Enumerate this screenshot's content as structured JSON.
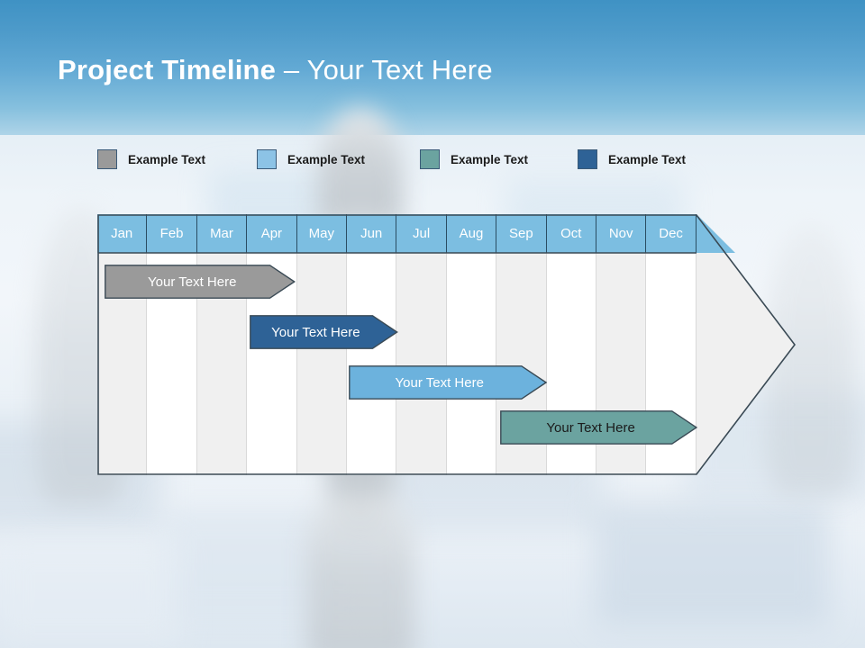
{
  "slide": {
    "title_bold": "Project Timeline",
    "title_sep": " – ",
    "title_light": "Your Text Here",
    "background": "blurred-chessboard-photo"
  },
  "colors": {
    "header_blue": "#7cbee1",
    "grid_gray": "#f0f0f0",
    "grid_white": "#ffffff",
    "legend_gray": "#9a9a9a",
    "legend_light_blue": "#8cc3e6",
    "legend_teal": "#6ba3a0",
    "legend_dark_blue": "#2e6296",
    "outline": "#3a4a55",
    "title_text": "#ffffff",
    "legend_text": "#1b1b1b"
  },
  "legend": {
    "items": [
      {
        "label": "Example Text",
        "color": "#9a9a9a",
        "x": 0
      },
      {
        "label": "Example Text",
        "color": "#8cc3e6",
        "x": 177
      },
      {
        "label": "Example Text",
        "color": "#6ba3a0",
        "x": 358
      },
      {
        "label": "Example Text",
        "color": "#2e6296",
        "x": 533
      }
    ]
  },
  "chart_data": {
    "type": "bar",
    "title": "Project Timeline",
    "categories": [
      "Jan",
      "Feb",
      "Mar",
      "Apr",
      "May",
      "Jun",
      "Jul",
      "Aug",
      "Sep",
      "Oct",
      "Nov",
      "Dec"
    ],
    "xlabel": "",
    "ylabel": "",
    "grid": true,
    "legend_position": "top",
    "series": [
      {
        "name": "Example Text",
        "label": "Your  Text Here",
        "color": "#9a9a9a",
        "text_color": "#ffffff",
        "start_month": "Jan",
        "end_month": "May",
        "start": 0.08,
        "end": 3.9,
        "row": 0
      },
      {
        "name": "Example Text",
        "label": "Your  Text Here",
        "color": "#2e6296",
        "text_color": "#ffffff",
        "start_month": "Apr",
        "end_month": "Jun",
        "start": 2.98,
        "end": 5.95,
        "row": 1
      },
      {
        "name": "Example Text",
        "label": "Your  Text Here",
        "color": "#6cb2dd",
        "text_color": "#ffffff",
        "start_month": "Jun",
        "end_month": "Sep",
        "start": 4.96,
        "end": 8.93,
        "row": 2
      },
      {
        "name": "Example Text",
        "label": "Your  Text Here",
        "color": "#6ba3a0",
        "text_color": "#1b1b1b",
        "start_month": "Sep",
        "end_month": "Dec",
        "start": 8.0,
        "end": 11.95,
        "row": 3
      }
    ]
  }
}
